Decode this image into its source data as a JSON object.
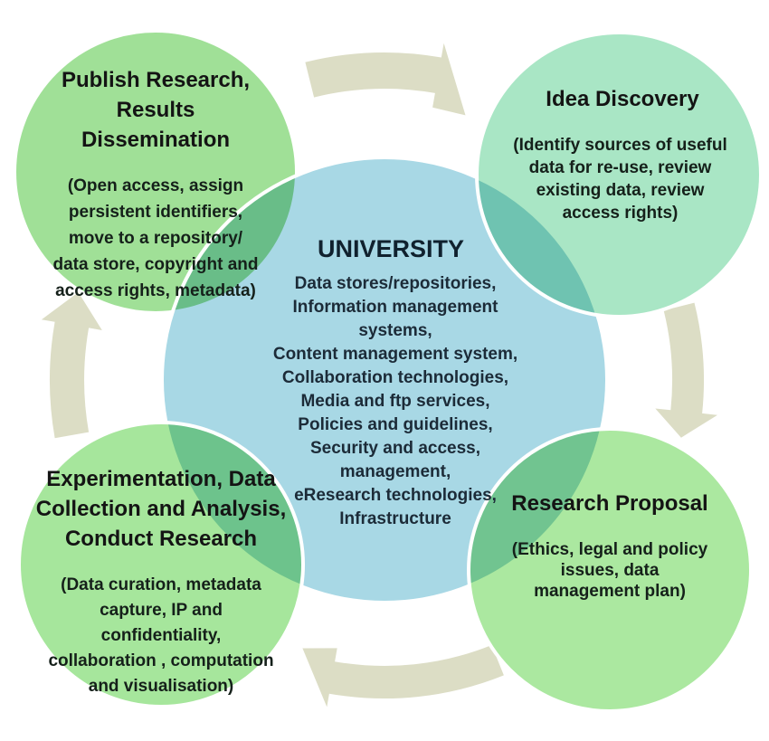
{
  "colors": {
    "publish_fill": "#a0e097",
    "idea_fill": "#a9e6c5",
    "university_fill": "#a8d8e5",
    "experiment_fill": "#a6e69c",
    "proposal_fill": "#abe8a0",
    "arrow": "#dcddc5",
    "circle_outline": "#ffffff",
    "heading_text": "#141414",
    "university_text": "#1c2b38"
  },
  "university": {
    "heading": "UNIVERSITY",
    "services_lines": [
      "Data stores/repositories,",
      "Information management",
      "systems,",
      "Content management system,",
      "Collaboration technologies,",
      "Media and ftp services,",
      "Policies and guidelines,",
      "Security and access,",
      "management,",
      "eResearch technologies,",
      "Infrastructure"
    ]
  },
  "stages": {
    "publish": {
      "heading_lines": [
        "Publish Research,",
        "Results",
        "Dissemination"
      ],
      "detail_lines": [
        "(Open access, assign",
        "persistent identifiers,",
        "move to a repository/",
        "data store, copyright and",
        "access rights, metadata)"
      ]
    },
    "idea": {
      "heading_lines": [
        "Idea Discovery"
      ],
      "detail_lines": [
        "(Identify sources of useful",
        "data for re-use, review",
        "existing data, review",
        "access rights)"
      ]
    },
    "proposal": {
      "heading_lines": [
        "Research Proposal"
      ],
      "detail_lines": [
        "(Ethics, legal and policy",
        "issues, data",
        "management plan)"
      ]
    },
    "experiment": {
      "heading_lines": [
        "Experimentation, Data",
        "Collection and Analysis,",
        "Conduct Research"
      ],
      "detail_lines": [
        "(Data curation, metadata",
        "capture, IP and",
        "confidentiality,",
        "collaboration , computation",
        "and visualisation)"
      ]
    }
  }
}
